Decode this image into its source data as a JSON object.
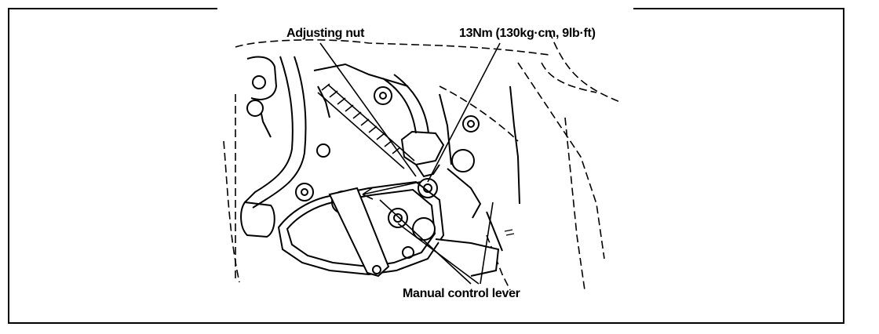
{
  "labels": {
    "adjusting_nut": "Adjusting nut",
    "torque_spec": "13Nm (130kg·cm, 9lb·ft)",
    "manual_control_lever": "Manual control lever"
  },
  "colors": {
    "ink": "#000000",
    "paper": "#ffffff"
  }
}
